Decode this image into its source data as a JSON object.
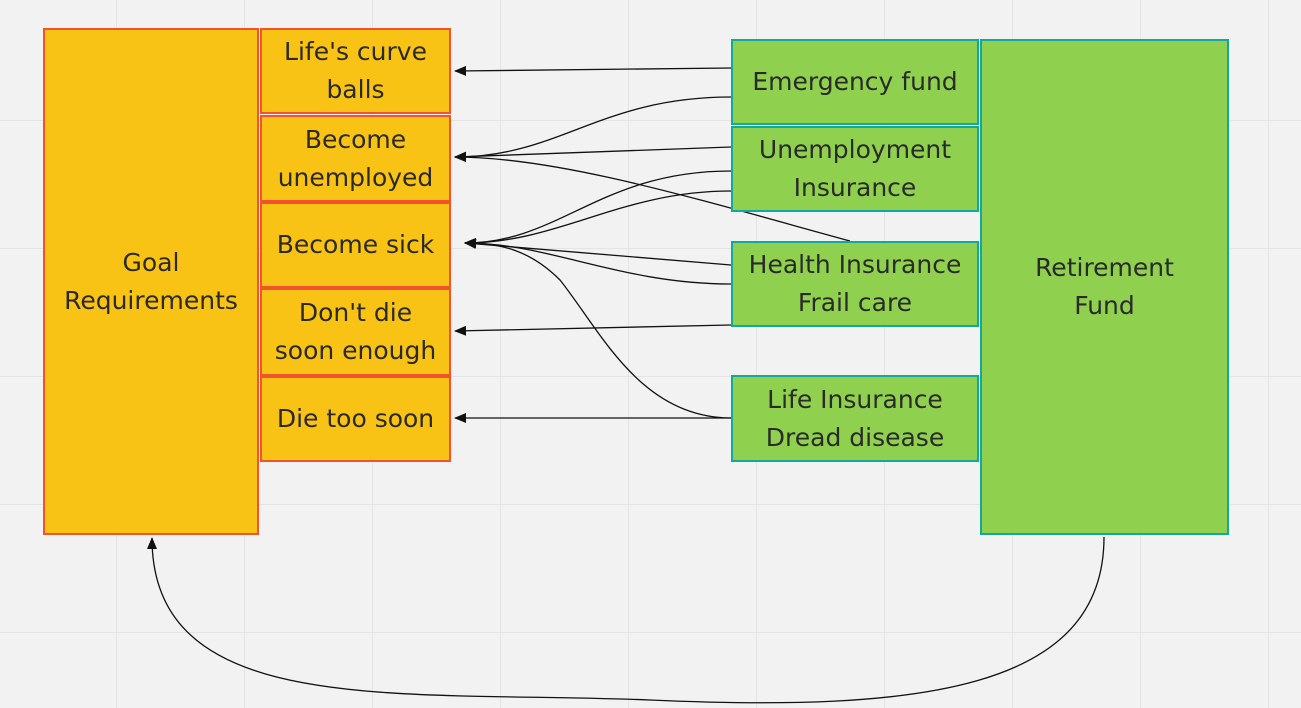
{
  "goal": {
    "label": "Goal\nRequirements"
  },
  "risks": [
    {
      "id": "curve",
      "label": "Life's curve\nballs"
    },
    {
      "id": "unemployed",
      "label": "Become\nunemployed"
    },
    {
      "id": "sick",
      "label": "Become sick"
    },
    {
      "id": "old",
      "label": "Don't die\nsoon enough"
    },
    {
      "id": "death",
      "label": "Die too soon"
    }
  ],
  "solutions": [
    {
      "id": "emergency",
      "label": "Emergency fund"
    },
    {
      "id": "unemployment",
      "label": "Unemployment\nInsurance"
    },
    {
      "id": "health",
      "label": "Health Insurance\nFrail care"
    },
    {
      "id": "life",
      "label": "Life Insurance\nDread disease"
    }
  ],
  "retirement": {
    "label": "Retirement\nFund"
  },
  "colors": {
    "canvas": "#f2f2f2",
    "grid": "#e4e4e4",
    "risk_fill": "#f9c316",
    "risk_border": "#f2532e",
    "solution_fill": "#8fd14f",
    "solution_border": "#13a89e",
    "connector": "#111111"
  }
}
